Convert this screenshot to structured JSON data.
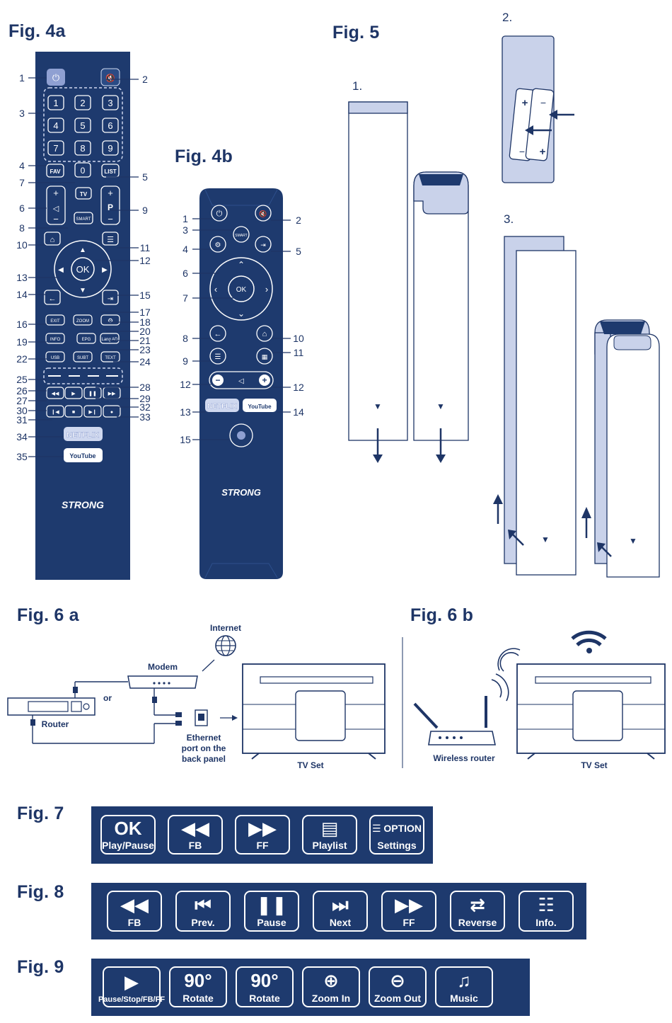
{
  "figures": {
    "fig4a": "Fig. 4a",
    "fig4b": "Fig. 4b",
    "fig5": "Fig. 5",
    "fig6a": "Fig. 6 a",
    "fig6b": "Fig. 6 b",
    "fig7": "Fig. 7",
    "fig8": "Fig. 8",
    "fig9": "Fig. 9"
  },
  "fig4a": {
    "numbers": [
      "1",
      "2",
      "3",
      "4",
      "5",
      "6",
      "7",
      "8",
      "9",
      "10",
      "11",
      "12",
      "13",
      "14",
      "15",
      "16",
      "17",
      "18",
      "19",
      "20",
      "21",
      "22",
      "23",
      "24",
      "25",
      "26",
      "27",
      "28",
      "29",
      "30",
      "31",
      "32",
      "33",
      "34",
      "35"
    ],
    "keys": {
      "fav": "FAV",
      "zero": "0",
      "list": "LIST",
      "tv": "TV",
      "smart": "SMART",
      "ok": "OK",
      "exit": "EXIT",
      "zoom": "ZOOM",
      "info": "INFO",
      "epg": "EPG",
      "lang": "Lang AD",
      "usb": "USB",
      "subt": "SUBT",
      "text": "TEXT",
      "p": "P",
      "digits": [
        "1",
        "2",
        "3",
        "4",
        "5",
        "6",
        "7",
        "8",
        "9"
      ]
    },
    "netflix": "NETFLIX",
    "youtube": "YouTube",
    "brand": "STRONG"
  },
  "fig4b": {
    "numbers_left": [
      "1",
      "3",
      "4",
      "6",
      "7",
      "8",
      "9",
      "12",
      "13",
      "15"
    ],
    "numbers_right": [
      "2",
      "5",
      "10",
      "11",
      "12",
      "14"
    ],
    "ok": "OK",
    "smart": "SMART",
    "netflix": "NETFLIX",
    "youtube": "YouTube",
    "brand": "STRONG"
  },
  "fig5": {
    "step1": "1.",
    "step2": "2.",
    "step3": "3."
  },
  "fig6a": {
    "internet": "Internet",
    "modem": "Modem",
    "or": "or",
    "router": "Router",
    "ethernet": [
      "Ethernet",
      "port on the",
      "back panel"
    ],
    "tvset": "TV Set"
  },
  "fig6b": {
    "wireless": "Wireless router",
    "tvset": "TV Set"
  },
  "fig7": {
    "buttons": [
      {
        "icon": "OK",
        "label": "Play/Pause",
        "icon_name": "ok-text-icon"
      },
      {
        "icon": "◀◀",
        "label": "FB",
        "icon_name": "fast-backward-icon"
      },
      {
        "icon": "▶▶",
        "label": "FF",
        "icon_name": "fast-forward-icon"
      },
      {
        "icon": "▤",
        "label": "Playlist",
        "icon_name": "playlist-icon"
      },
      {
        "icon": "☰ OPTION",
        "label": "Settings",
        "icon_name": "option-icon"
      }
    ]
  },
  "fig8": {
    "buttons": [
      {
        "icon": "◀◀",
        "label": "FB",
        "icon_name": "fast-backward-icon"
      },
      {
        "icon": "⏮",
        "label": "Prev.",
        "icon_name": "previous-icon"
      },
      {
        "icon": "❚❚",
        "label": "Pause",
        "icon_name": "pause-icon"
      },
      {
        "icon": "⏭",
        "label": "Next",
        "icon_name": "next-icon"
      },
      {
        "icon": "▶▶",
        "label": "FF",
        "icon_name": "fast-forward-icon"
      },
      {
        "icon": "⇄",
        "label": "Reverse",
        "icon_name": "repeat-icon"
      },
      {
        "icon": "☷",
        "label": "Info.",
        "icon_name": "info-list-icon"
      }
    ]
  },
  "fig9": {
    "buttons": [
      {
        "icon": "▶",
        "label": "Pause/Stop/FB/FF",
        "icon_name": "play-box-icon"
      },
      {
        "icon": "90°",
        "label": "Rotate",
        "icon_name": "rotate-ccw-icon"
      },
      {
        "icon": "90°",
        "label": "Rotate",
        "icon_name": "rotate-cw-icon"
      },
      {
        "icon": "⊕",
        "label": "Zoom In",
        "icon_name": "zoom-in-icon"
      },
      {
        "icon": "⊖",
        "label": "Zoom Out",
        "icon_name": "zoom-out-icon"
      },
      {
        "icon": "♫",
        "label": "Music",
        "icon_name": "music-icon"
      }
    ]
  },
  "colors": {
    "navy": "#1e3a6e",
    "light_blue": "#c9d2ea",
    "white": "#ffffff"
  }
}
